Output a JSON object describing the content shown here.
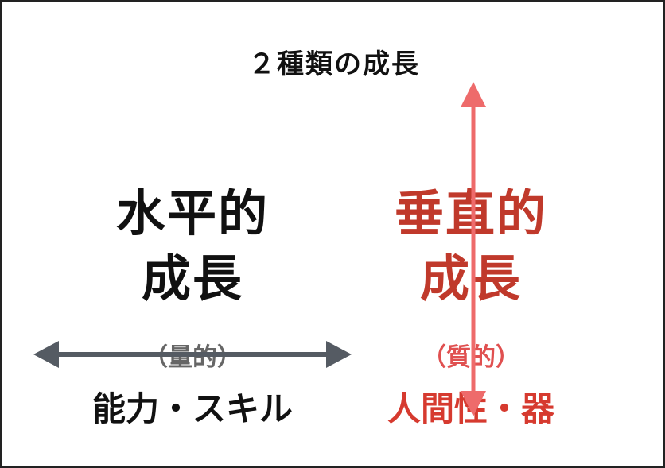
{
  "title": "２種類の成長",
  "horizontal": {
    "line1": "水平的",
    "line2": "成長",
    "sub": "（量的）",
    "bottom": "能力・スキル"
  },
  "vertical": {
    "line1": "垂直的",
    "line2": "成長",
    "sub": "（質的）",
    "bottom": "人間性・器"
  },
  "colors": {
    "text": "#111111",
    "accent_red": "#c0392b",
    "arrow_red": "#ee6b6b",
    "arrow_gray": "#555b63",
    "sub_gray": "#666666"
  },
  "icons": {
    "horizontal_arrow": "double-headed-horizontal-arrow",
    "vertical_arrow": "double-headed-vertical-arrow"
  }
}
